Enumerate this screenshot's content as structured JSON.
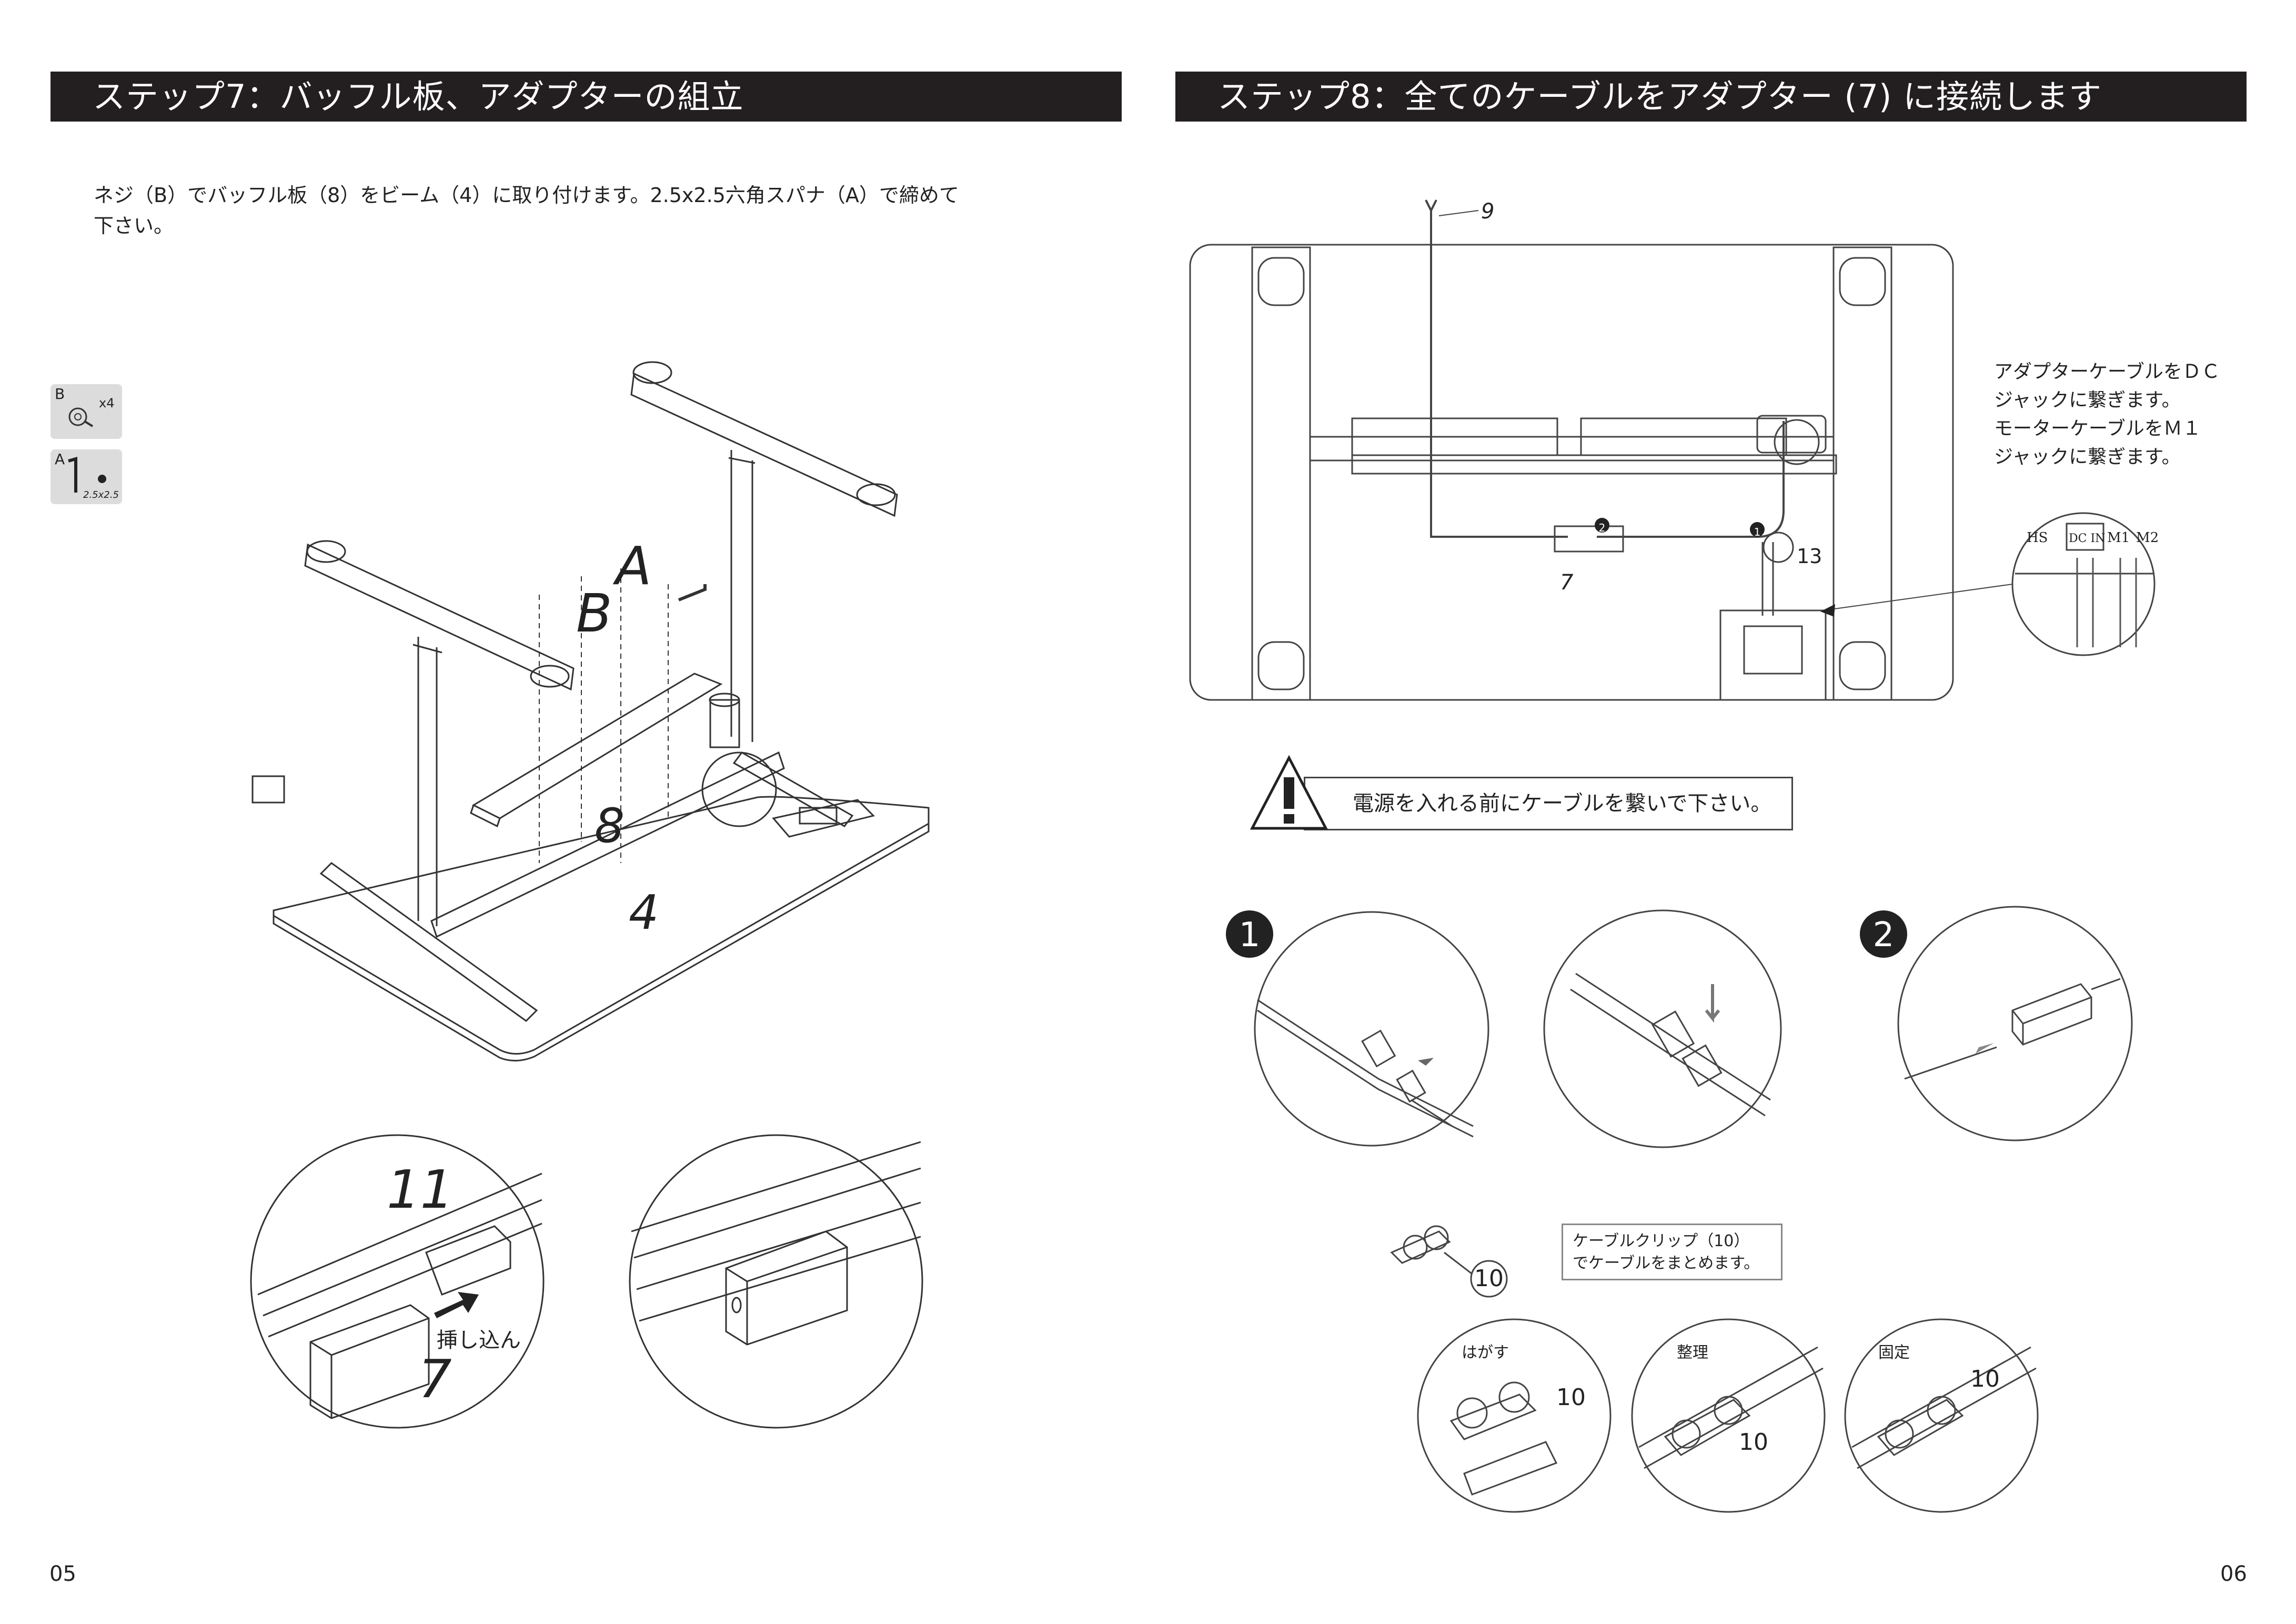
{
  "left_page": {
    "title": "ステップ7：バッフル板、アダプターの組立",
    "instruction_line1": "ネジ（B）でバッフル板（8）をビーム（4）に取り付けます。2.5x2.5六角スパナ（A）で締めて",
    "instruction_line2": "下さい。",
    "parts": [
      {
        "letter": "B",
        "qty": "x4"
      },
      {
        "letter": "A",
        "size": "2.5x2.5"
      }
    ],
    "labels": {
      "A": "A",
      "B": "B",
      "eight": "8",
      "four": "4"
    },
    "detail_labels": {
      "eleven": "11",
      "insert": "挿し込ん",
      "seven": "7"
    },
    "page_number": "05"
  },
  "right_page": {
    "title": "ステップ8：全てのケーブルをアダプター (7) に接続します",
    "callout_lines": [
      "アダプターケーブルをＤＣ",
      "ジャックに繋ぎます。",
      "モーターケーブルをＭ１",
      "ジャックに繋ぎます。"
    ],
    "port_labels": [
      "HS",
      "DC IN",
      "M1",
      "M2"
    ],
    "diagram_labels": {
      "nine": "9",
      "seven": "7",
      "thirteen": "13",
      "badge1": "1",
      "badge2": "2"
    },
    "warning": "電源を入れる前にケーブルを繋いで下さい。",
    "step_badges": [
      "1",
      "2"
    ],
    "clip_label": "10",
    "clip_note_line1": "ケーブルクリップ（10）",
    "clip_note_line2": "でケーブルをまとめます。",
    "clip_steps": [
      {
        "label": "はがす",
        "num": "10"
      },
      {
        "label": "整理",
        "num": "10"
      },
      {
        "label": "固定",
        "num": "10"
      }
    ],
    "page_number": "06"
  }
}
